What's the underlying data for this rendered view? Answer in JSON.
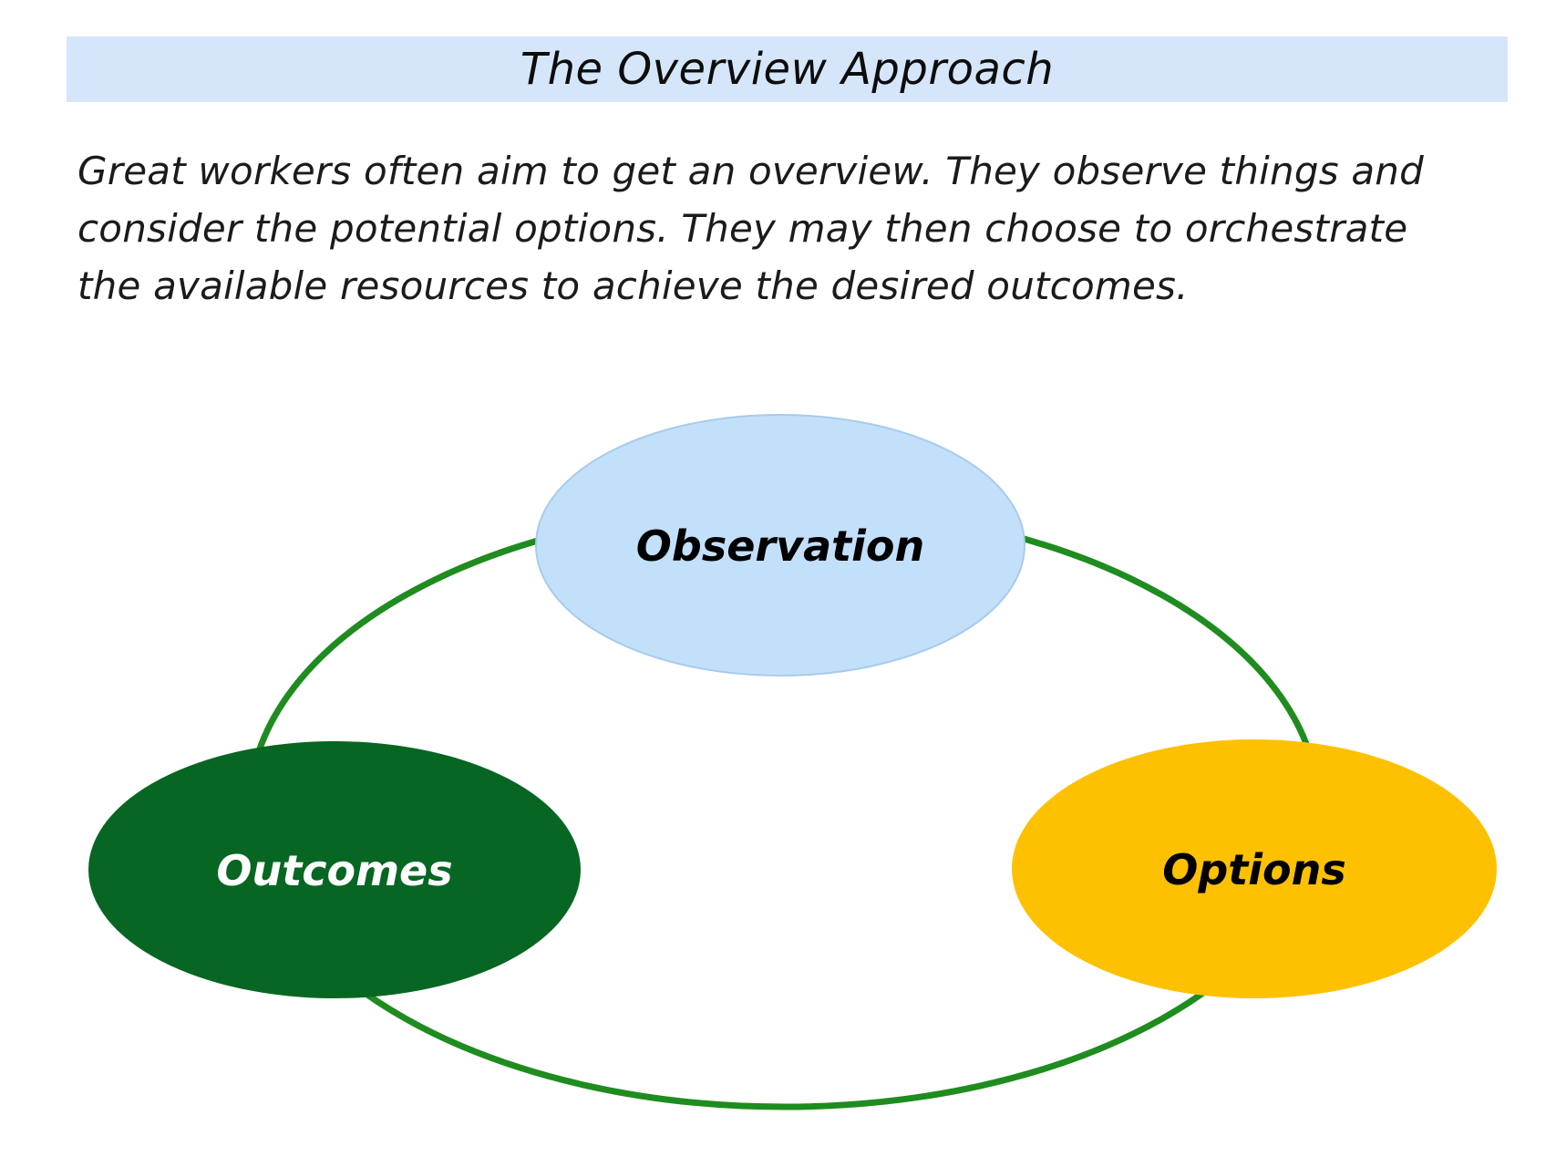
{
  "banner": {
    "title": "The Overview Approach",
    "bg_color": "#D5E6FA"
  },
  "intro": {
    "full_text": "Great workers often aim to get an overview. They observe things and consider the potential options. They may then choose to orchestrate the available resources to achieve the desired outcomes.",
    "lines": [
      "Great workers often aim to get an overview. They observe things and",
      "consider the potential options. They may then choose to orchestrate",
      "the available resources to achieve the desired outcomes."
    ]
  },
  "diagram": {
    "type": "cycle",
    "ring_color": "#1E8C1E",
    "nodes": [
      {
        "id": "observation",
        "label": "Observation",
        "position": "top",
        "fill": "#C3E0FA",
        "border_color": "#A8CBEA",
        "text_color": "#000000"
      },
      {
        "id": "options",
        "label": "Options",
        "position": "right",
        "fill": "#FDC101",
        "text_color": "#000000"
      },
      {
        "id": "outcomes",
        "label": "Outcomes",
        "position": "left",
        "fill": "#076622",
        "text_color": "#FFFFFF"
      }
    ]
  }
}
